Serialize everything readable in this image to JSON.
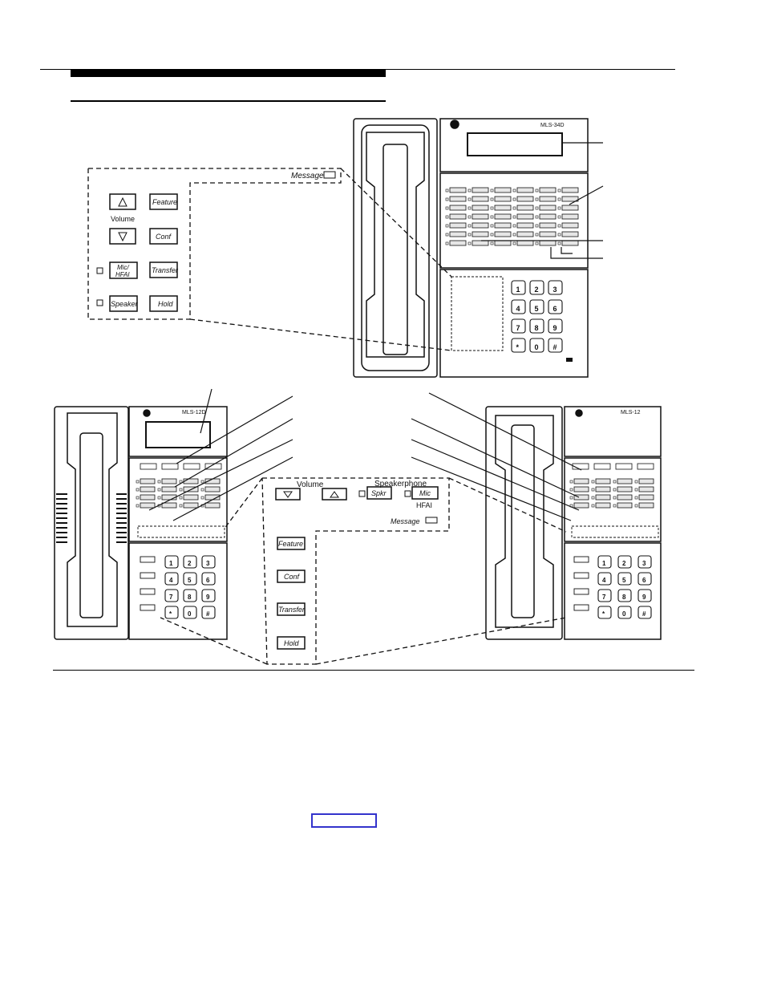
{
  "phone_top": {
    "model": "MLS-34D",
    "message": "Message",
    "volume": "Volume",
    "feature": "Feature",
    "conf": "Conf",
    "mic": "Mic/",
    "hfai": "HFAI",
    "transfer": "Transfer",
    "speaker": "Speaker",
    "hold": "Hold"
  },
  "phone_left": {
    "model": "MLS-12D"
  },
  "phone_right": {
    "model": "MLS-12"
  },
  "detail_bottom": {
    "volume": "Volume",
    "speakerphone": "Speakerphone",
    "spkr": "Spkr",
    "mic": "Mic",
    "hfai": "HFAI",
    "message": "Message",
    "feature": "Feature",
    "conf": "Conf",
    "transfer": "Transfer",
    "hold": "Hold"
  },
  "dial_keys": [
    "1",
    "2",
    "3",
    "4",
    "5",
    "6",
    "7",
    "8",
    "9",
    "*",
    "0",
    "#"
  ],
  "colors": {
    "link_box": "#3333cc",
    "ink": "#111111"
  }
}
